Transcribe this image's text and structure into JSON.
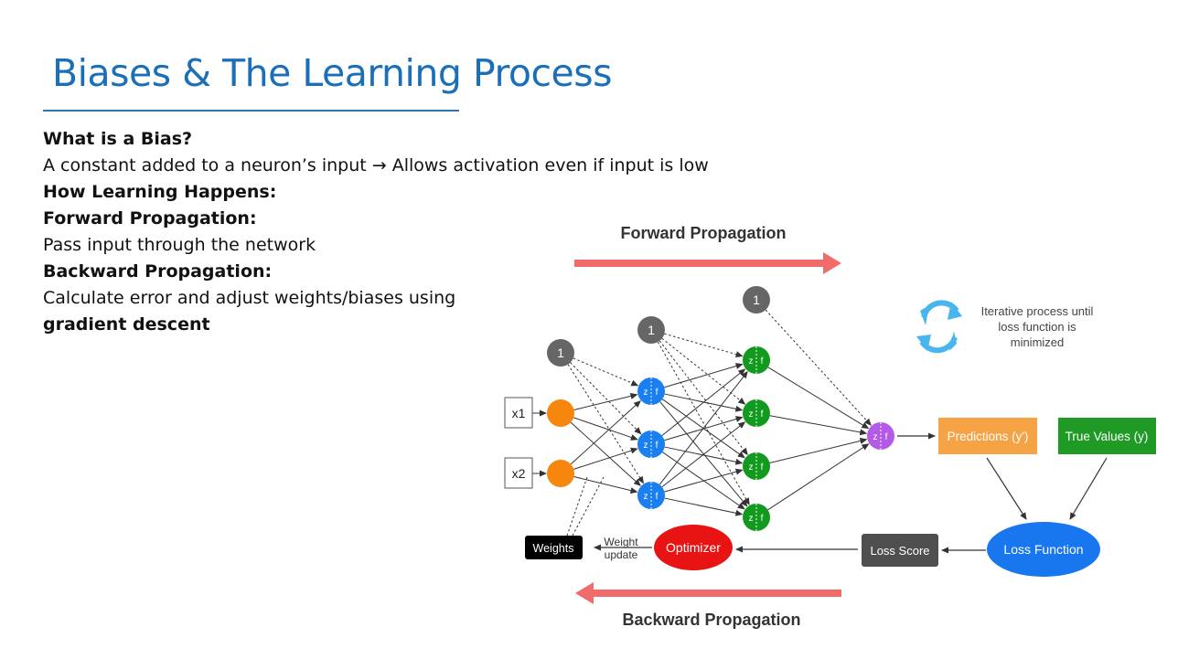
{
  "slide": {
    "title": "Biases & The Learning Process",
    "lines": [
      {
        "text": "What is a Bias?",
        "bold": true
      },
      {
        "text": " A constant added to a neuron’s input  → Allows activation even if input is low",
        "bold": false
      },
      {
        "text": "How Learning Happens:",
        "bold": true
      },
      {
        "text": "Forward Propagation:",
        "bold": true
      },
      {
        "text": "Pass input through the network",
        "bold": false
      },
      {
        "text": "Backward Propagation:",
        "bold": true
      },
      {
        "text": "Calculate error and adjust weights/biases using",
        "bold": false
      },
      {
        "text": "gradient descent",
        "bold": true
      }
    ]
  },
  "diagram": {
    "forward_label": "Forward Propagation",
    "backward_label": "Backward Propagation",
    "inputs": [
      "x1",
      "x2"
    ],
    "bias_label": "1",
    "neuron_z": "z",
    "neuron_f": "f",
    "predictions": "Predictions (y')",
    "true_values": "True Values (y)",
    "loss_function": "Loss Function",
    "loss_score": "Loss Score",
    "optimizer": "Optimizer",
    "weights": "Weights",
    "weight_update_1": "Weight",
    "weight_update_2": "update",
    "iterative_1": "Iterative process until",
    "iterative_2": "loss function is",
    "iterative_3": "minimized",
    "colors": {
      "arrow": "#f26b6b",
      "bias": "#666666",
      "input": "#f7860f",
      "hidden1": "#1a7ff0",
      "hidden2": "#129a1e",
      "output": "#b35ae6",
      "predictions": "#f5a344",
      "true_values": "#1f9a25",
      "loss_function": "#1877ee",
      "loss_score": "#4f4f4f",
      "optimizer": "#e81313",
      "weights": "#000000",
      "refresh": "#49b5ee"
    }
  }
}
